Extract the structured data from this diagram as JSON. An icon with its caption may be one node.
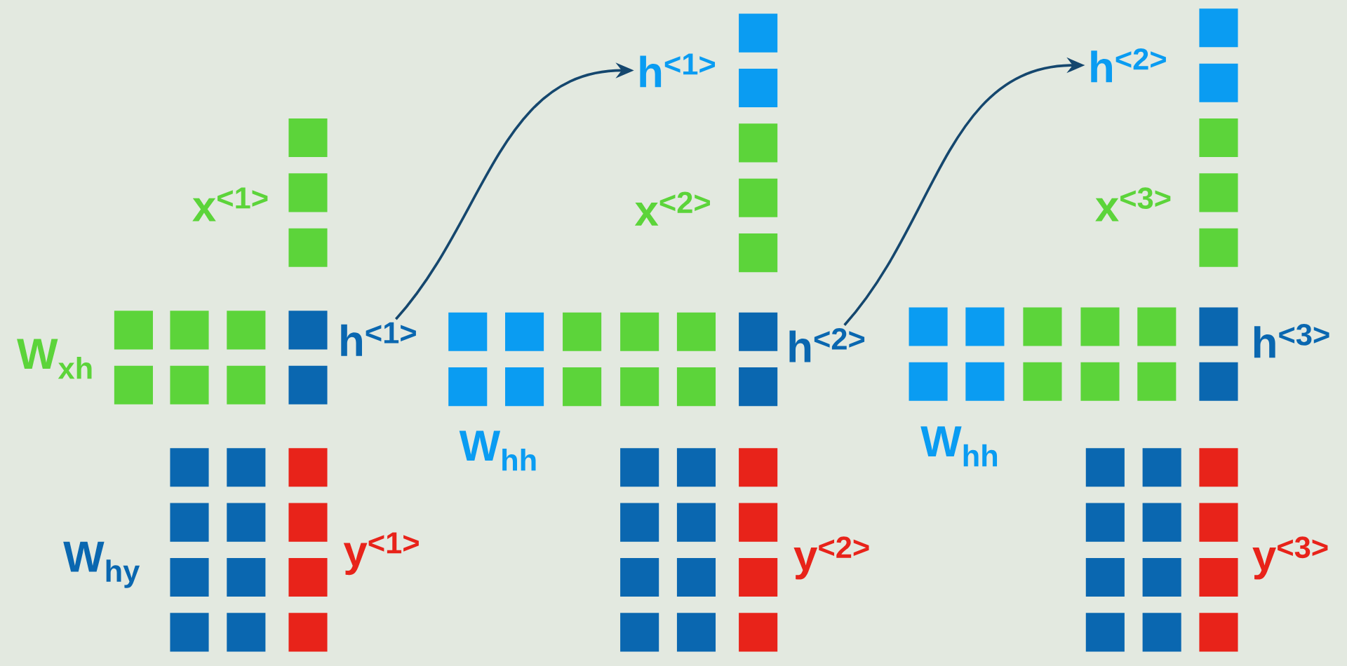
{
  "diagram": {
    "nodes": [
      {
        "text": [
          "h$^{<1>}$"
        ]
      },
      {
        "text": [
          "h$^{<2>}$"
        ]
      },
      {
        "text": [
          "h$^{<1>}$"
        ]
      },
      {
        "text": [
          "h$^{<2>}$"
        ]
      }
    ],
    "edges": [
      {
        "from": 2,
        "to": 0,
        "arrow": "to"
      },
      {
        "from": 3,
        "to": 1,
        "arrow": "to"
      }
    ],
    "labels": [
      "x$^{<1>}$",
      "x$^{<2>}$",
      "x$^{<3>}$",
      "W$_{xh}$",
      "h$^{<3>}$",
      "W$_{hh}$",
      "W$_{hh}$",
      "W$_{hy}$",
      "y$^{<1>}$",
      "y$^{<2>}$",
      "y$^{<3>}$"
    ]
  }
}
